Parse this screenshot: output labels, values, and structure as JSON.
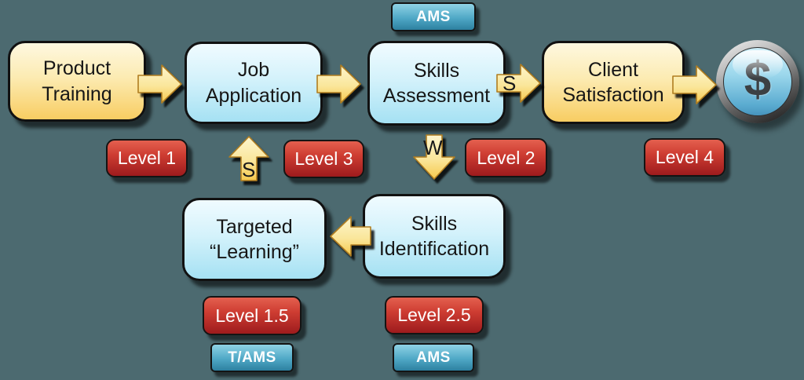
{
  "nodes": {
    "product_training": {
      "label": "Product\nTraining"
    },
    "job_application": {
      "label": "Job\nApplication"
    },
    "skills_assessment": {
      "label": "Skills\nAssessment"
    },
    "client_satisfaction": {
      "label": "Client\nSatisfaction"
    },
    "targeted_learning": {
      "label": "Targeted\n“Learning”"
    },
    "skills_identification": {
      "label": "Skills\nIdentification"
    }
  },
  "badges": {
    "level1": "Level 1",
    "level2": "Level 2",
    "level3": "Level 3",
    "level4": "Level 4",
    "level15": "Level 1.5",
    "level25": "Level 2.5",
    "ams_top": "AMS",
    "tams_bottom": "T/AMS",
    "ams_bottom": "AMS"
  },
  "arrows": {
    "strength_to_client_letter": "S",
    "strength_up_to_job_letter": "S",
    "weakness_down_letter": "W"
  },
  "money_icon": {
    "symbol": "$"
  },
  "colors": {
    "background": "#4C6A70",
    "process_box_yellow": "#F8CD62",
    "process_box_blue": "#A5E1F3",
    "level_badge_red": "#C63A30",
    "ams_badge_blue": "#3E97B8",
    "arrow_yellow": "#F6C94E",
    "coin_blue": "#6FB9DB",
    "coin_ring_gray": "#5C5C5C"
  }
}
